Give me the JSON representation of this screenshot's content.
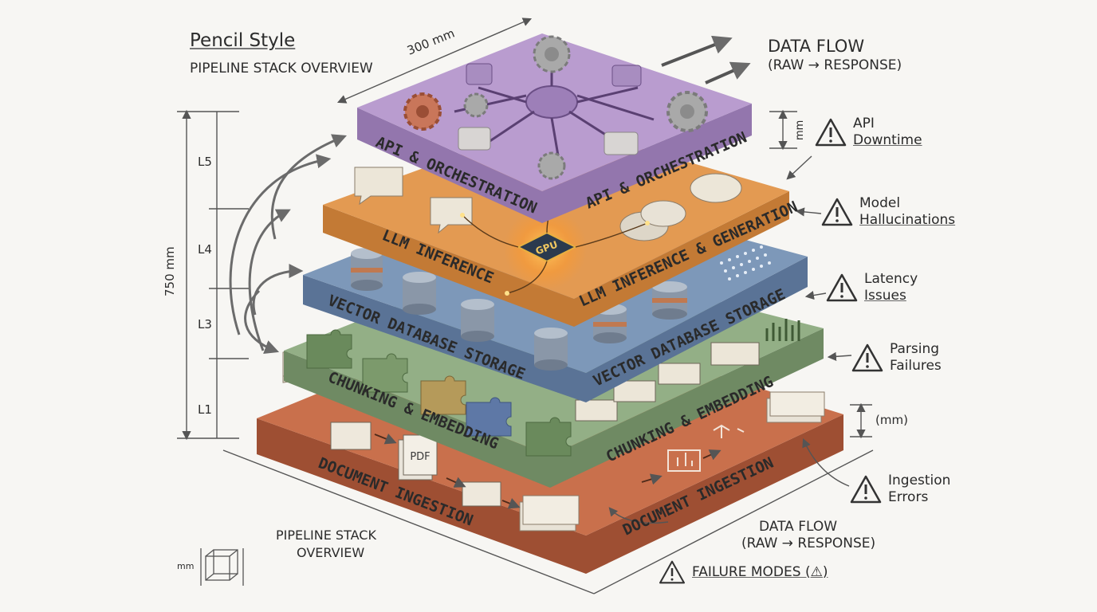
{
  "header": {
    "style_title": "Pencil Style",
    "subtitle": "PIPELINE STACK OVERVIEW"
  },
  "dimensions": {
    "width_label": "300 mm",
    "height_label": "750 mm",
    "layer_thickness_label": "mm",
    "base_thickness_label": "(mm)",
    "scale_icon_label": "mm"
  },
  "layer_markers": [
    "L5",
    "L4",
    "L3",
    "L1"
  ],
  "data_flow": {
    "title": "DATA FLOW",
    "subtitle": "(RAW → RESPONSE)"
  },
  "layers": [
    {
      "name": "API & ORCHESTRATION",
      "color": "#b99ccf"
    },
    {
      "name": "LLM INFERENCE & GENERATION",
      "left_label": "LLM INFERENCE",
      "color": "#e39a52",
      "chip_label": "GPU"
    },
    {
      "name": "VECTOR DATABASE STORAGE",
      "color": "#7d98b9"
    },
    {
      "name": "CHUNKING & EMBEDDING",
      "color": "#93af86"
    },
    {
      "name": "DOCUMENT INGESTION",
      "color": "#c9704c",
      "file_label": "PDF"
    }
  ],
  "failure_modes": [
    {
      "line1": "API",
      "line2": "Downtime"
    },
    {
      "line1": "Model",
      "line2": "Hallucinations"
    },
    {
      "line1": "Latency",
      "line2": "Issues"
    },
    {
      "line1": "Parsing",
      "line2": "Failures"
    },
    {
      "line1": "Ingestion",
      "line2": "Errors"
    }
  ],
  "footer": {
    "stack_overview_line1": "PIPELINE STACK",
    "stack_overview_line2": "OVERVIEW",
    "data_flow_title": "DATA FLOW",
    "data_flow_subtitle": "(RAW → RESPONSE)",
    "failure_modes_label": "FAILURE MODES (⚠)"
  }
}
